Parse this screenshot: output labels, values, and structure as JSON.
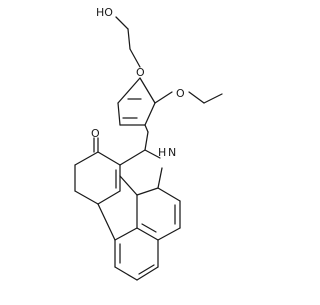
{
  "molecule": {
    "atom_labels": {
      "hydroxyl": "HO",
      "ether_oxygen_upper": "O",
      "ether_oxygen_lower": "O",
      "ketone_oxygen": "O",
      "amine": "H",
      "amine_n": "N"
    }
  }
}
